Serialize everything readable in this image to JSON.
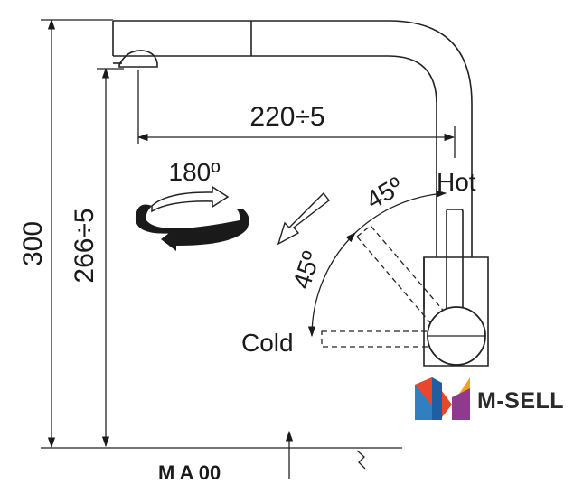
{
  "dimensions": {
    "total_height": "300",
    "spout_height": "266÷5",
    "reach": "220÷5"
  },
  "angles": {
    "rotation": "180º",
    "lever_hot": "45º",
    "lever_cold": "45º"
  },
  "labels": {
    "hot": "Hot",
    "cold": "Cold",
    "bottom_cut": "M A 00"
  },
  "logo": {
    "text": "M-SELL",
    "colors": [
      "#e8472b",
      "#f7a21b",
      "#2f7fc1",
      "#8e3a8f"
    ]
  }
}
